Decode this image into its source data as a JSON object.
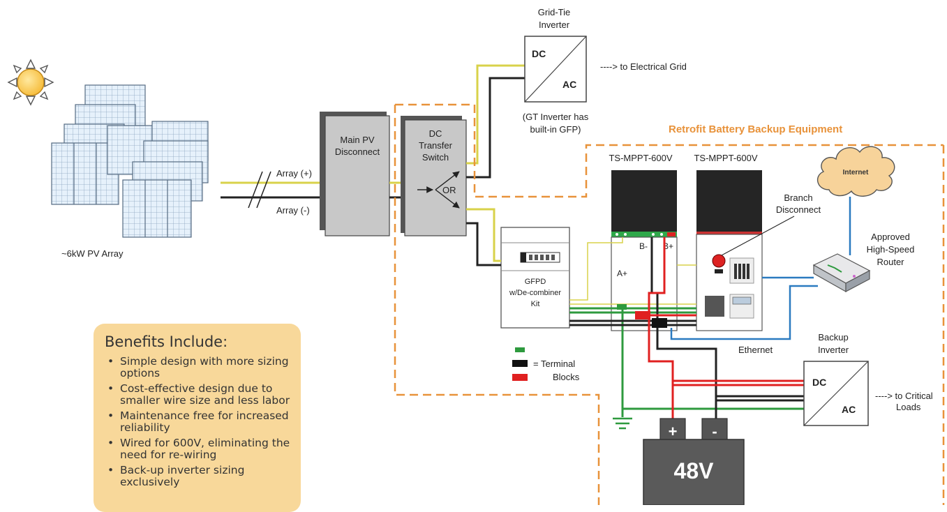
{
  "diagram": {
    "pv_array_label": "~6kW PV Array",
    "array_pos": "Array (+)",
    "array_neg": "Array (-)",
    "main_pv_disconnect": [
      "Main PV",
      "Disconnect"
    ],
    "dc_transfer_switch": [
      "DC",
      "Transfer",
      "Switch"
    ],
    "or_label": "OR",
    "gt_title": [
      "Grid-Tie",
      "Inverter"
    ],
    "gt_dc": "DC",
    "gt_ac": "AC",
    "to_grid": "----> to Electrical Grid",
    "gt_note": [
      "(GT Inverter has",
      "built-in GFP)"
    ],
    "retrofit_title": "Retrofit Battery Backup Equipment",
    "mppt_1": "TS-MPPT-600V",
    "mppt_2": "TS-MPPT-600V",
    "terminal_b_minus": "B-",
    "terminal_b_plus": "B+",
    "terminal_a_plus": "A+",
    "branch_disconnect": [
      "Branch",
      "Disconnect"
    ],
    "internet": "Internet",
    "router_label": [
      "Approved",
      "High-Speed",
      "Router"
    ],
    "gfpd_label": [
      "GFPD",
      "w/De-combiner",
      "Kit"
    ],
    "terminal_blocks_label": [
      "= Terminal",
      "Blocks"
    ],
    "ethernet": "Ethernet",
    "backup_title": [
      "Backup",
      "Inverter"
    ],
    "backup_dc": "DC",
    "backup_ac": "AC",
    "to_critical": [
      "----> to Critical",
      "Loads"
    ],
    "battery_plus": "+",
    "battery_minus": "-",
    "battery_voltage": "48V"
  },
  "benefits": {
    "title": "Benefits Include:",
    "items": [
      "Simple design with more sizing options",
      "Cost-effective design due to smaller wire size and less labor",
      "Maintenance free for increased reliability",
      "Wired for 600V, eliminating the need for re-wiring",
      "Back-up inverter sizing exclusively"
    ]
  },
  "colors": {
    "orange_dash": "#e8923a",
    "wire_yellow": "#d8d24a",
    "wire_red": "#e02020",
    "wire_green": "#2e9a3e",
    "wire_blue": "#2a7ac0",
    "benefits_bg": "#f8d89a",
    "retrofit_title": "#e8923a"
  },
  "icons": [
    "sun-icon",
    "solar-panel-icon",
    "cloud-icon",
    "router-icon",
    "ground-icon",
    "battery-icon",
    "breaker-icon"
  ]
}
